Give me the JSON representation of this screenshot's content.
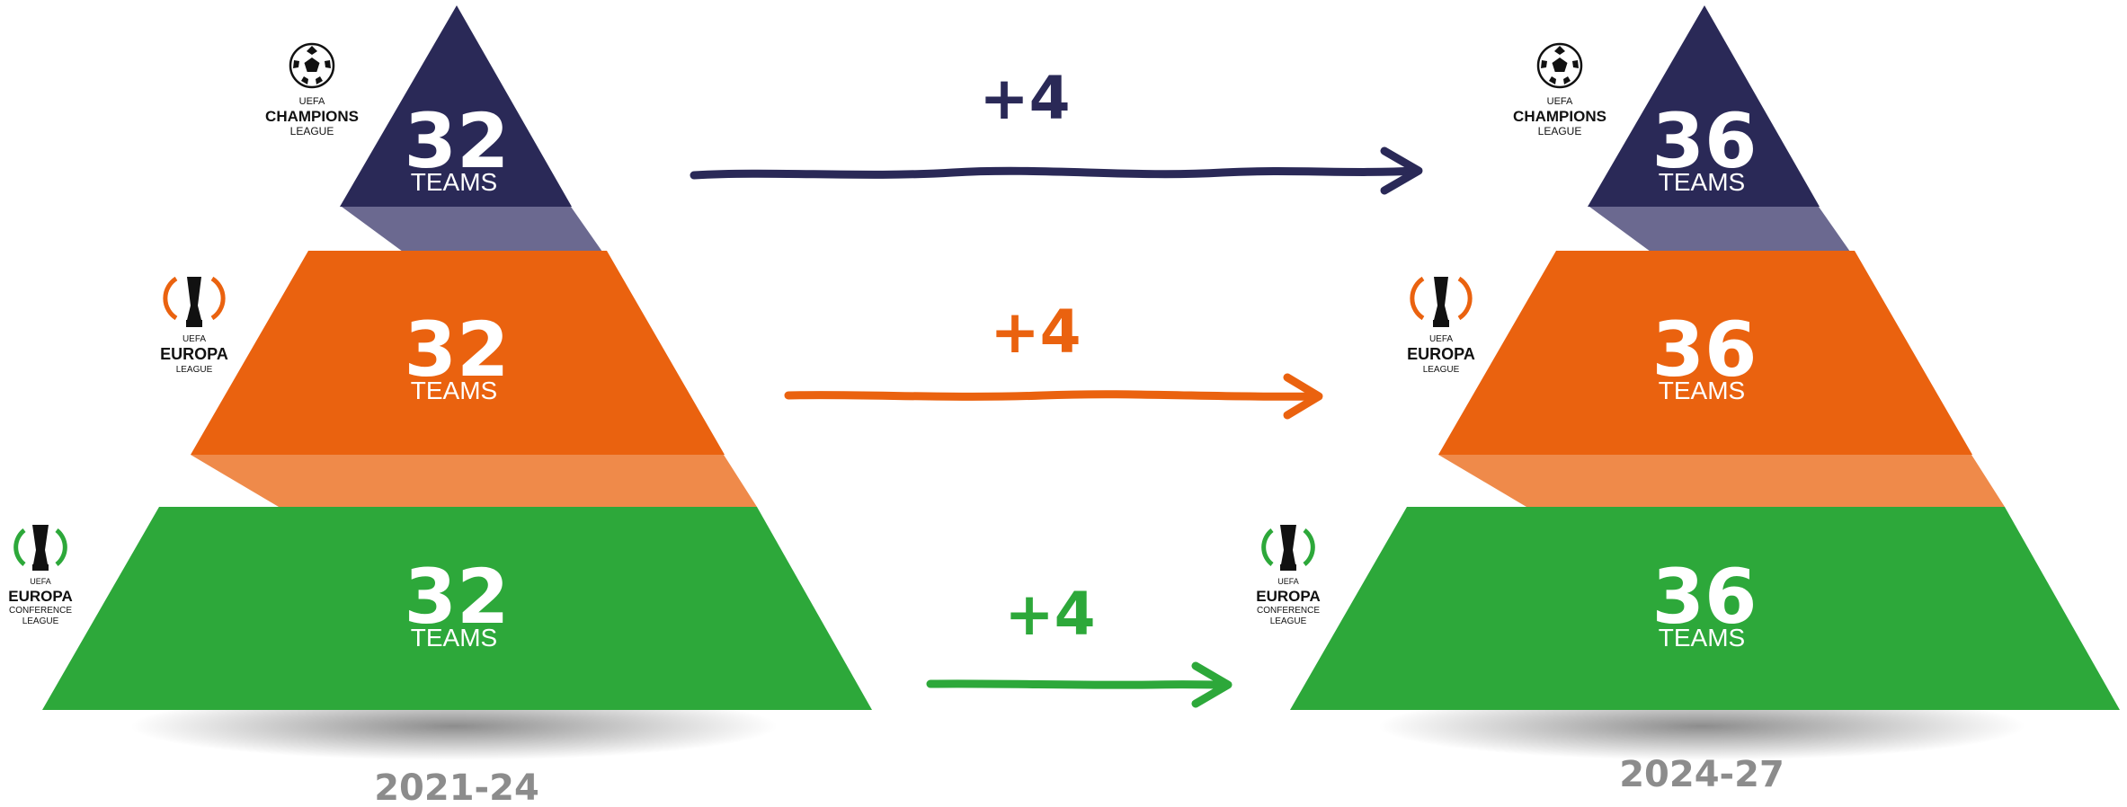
{
  "colors": {
    "champions": "#2a2957",
    "champions_link": "#6b6990",
    "europa": "#ea620f",
    "europa_link": "#ef8a4a",
    "conference": "#2da83a",
    "period_text": "#8c8c8c"
  },
  "left": {
    "period": "2021-24",
    "champions": {
      "count": "32",
      "unit": "TEAMS"
    },
    "europa": {
      "count": "32",
      "unit": "TEAMS"
    },
    "conference": {
      "count": "32",
      "unit": "TEAMS"
    }
  },
  "right": {
    "period": "2024-27",
    "champions": {
      "count": "36",
      "unit": "TEAMS"
    },
    "europa": {
      "count": "36",
      "unit": "TEAMS"
    },
    "conference": {
      "count": "36",
      "unit": "TEAMS"
    }
  },
  "changes": {
    "champions": "+4",
    "europa": "+4",
    "conference": "+4"
  },
  "logos": {
    "champions": {
      "uefa": "UEFA",
      "line1": "CHAMPIONS",
      "line2": "LEAGUE"
    },
    "europa": {
      "uefa": "UEFA",
      "line1": "EUROPA",
      "line2": "LEAGUE"
    },
    "conference": {
      "uefa": "UEFA",
      "line1": "EUROPA",
      "line2": "CONFERENCE",
      "line3": "LEAGUE"
    }
  },
  "icons": {
    "champions": "starball-icon",
    "europa": "europa-trophy-icon",
    "conference": "conference-trophy-icon",
    "arrows": "right-arrow-icon"
  }
}
